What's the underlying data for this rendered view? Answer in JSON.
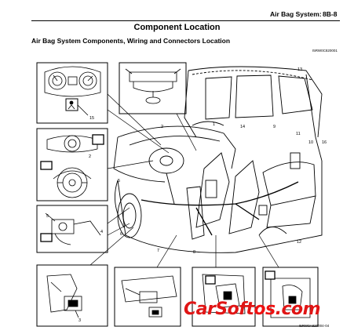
{
  "header": {
    "section": "Air Bag System:",
    "page": "8B-8"
  },
  "title": "Component Location",
  "subtitle": "Air Bag System Components, Wiring and Connectors Location",
  "figure": {
    "code_top": "I5RW0C820001",
    "code_bottom": "I5RW0A820004-04",
    "callouts": {
      "n15_inset": "15",
      "n2_inset": "2",
      "n4_inset": "4",
      "n1": "1",
      "n2": "2",
      "n3_inset": "3",
      "n5": "5",
      "n6": "6",
      "n7": "7",
      "n8": "8",
      "n9": "9",
      "n10": "10",
      "n11": "11",
      "n12": "12",
      "n13": "13",
      "n14": "14",
      "n15": "15",
      "n16": "16"
    }
  },
  "watermark": {
    "part1": "CarSoft",
    "part2": "os",
    "part3": ".com"
  }
}
